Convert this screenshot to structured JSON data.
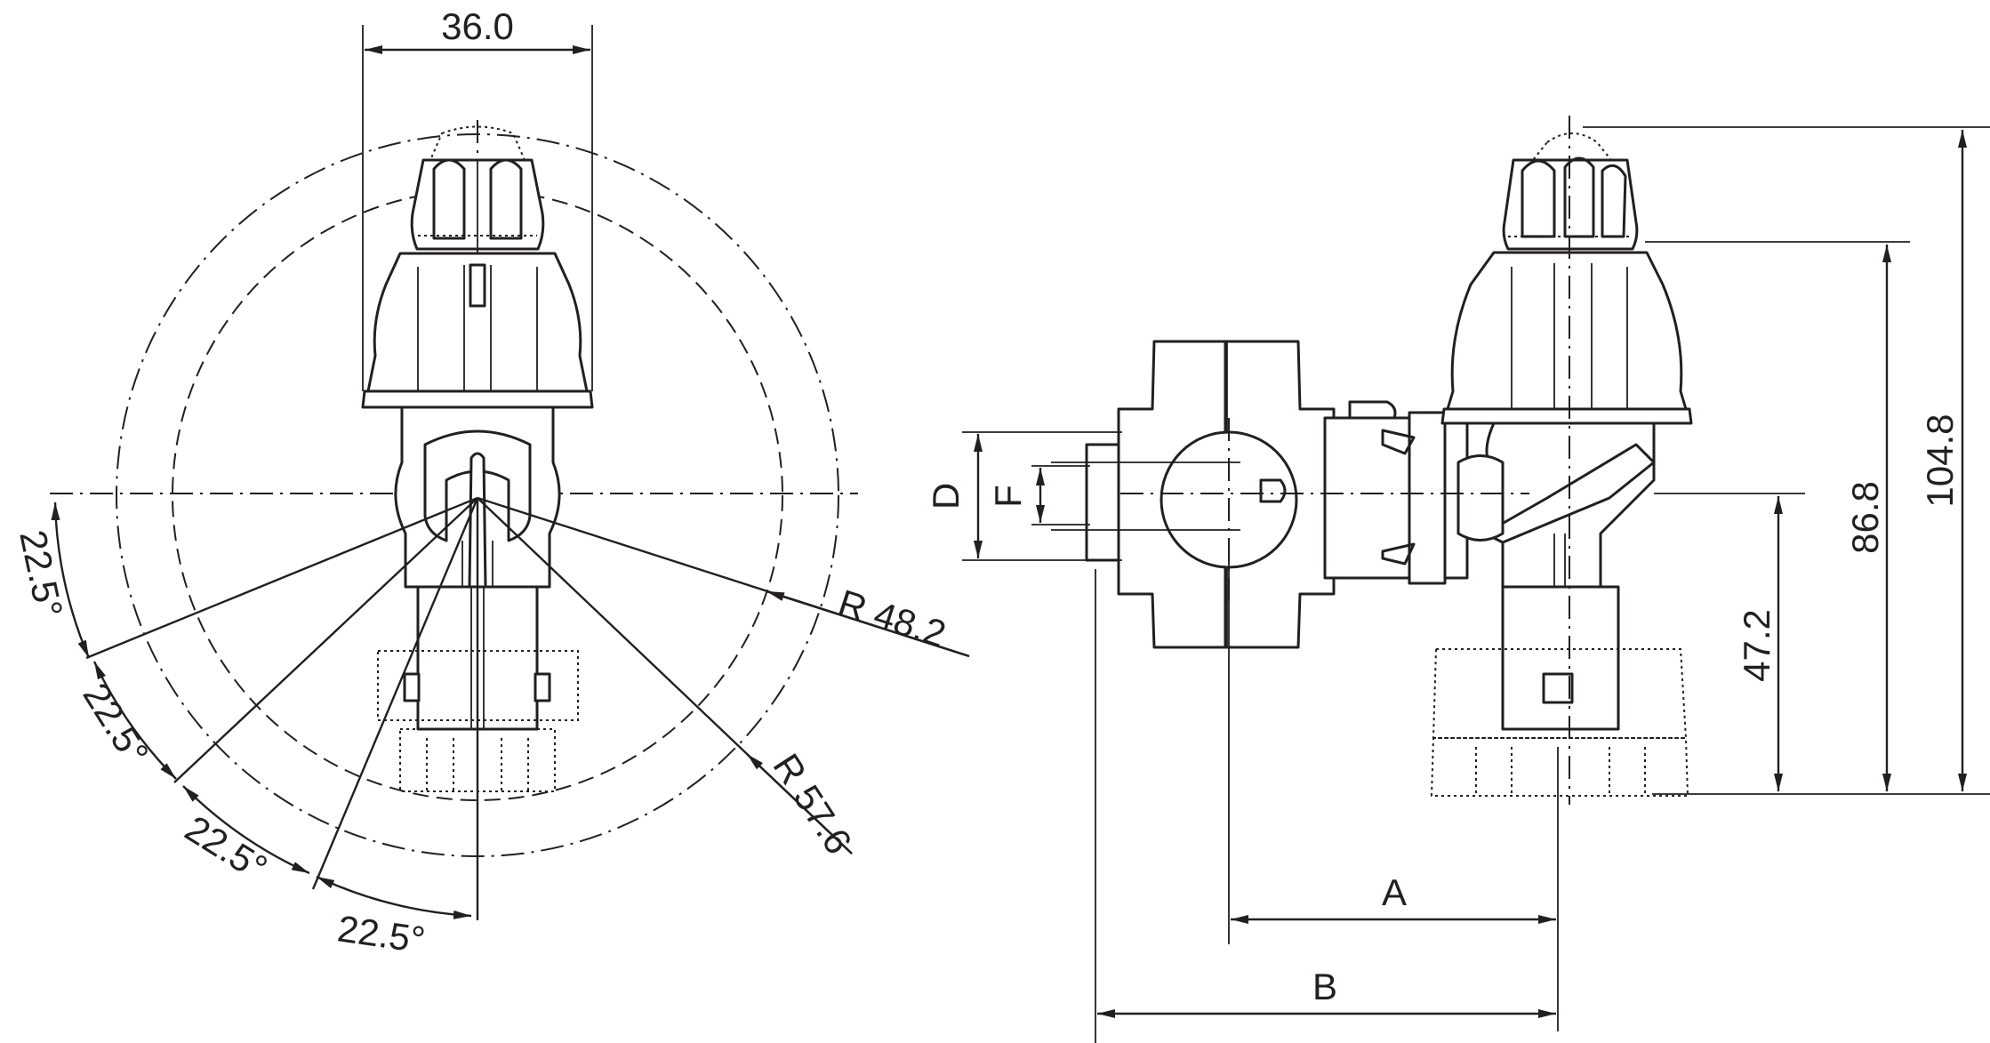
{
  "front_view": {
    "width_label": "36.0",
    "angle_labels": [
      "22.5°",
      "22.5°",
      "22.5°",
      "22.5°"
    ],
    "radius_inner_label": "R 48.2",
    "radius_outer_label": "R 57.6"
  },
  "side_view": {
    "label_a": "A",
    "label_b": "B",
    "label_d": "D",
    "label_f": "F",
    "height_1_label": "47.2",
    "height_2_label": "86.8",
    "height_3_label": "104.8"
  },
  "colors": {
    "line": "#231f20",
    "background": "#ffffff"
  }
}
